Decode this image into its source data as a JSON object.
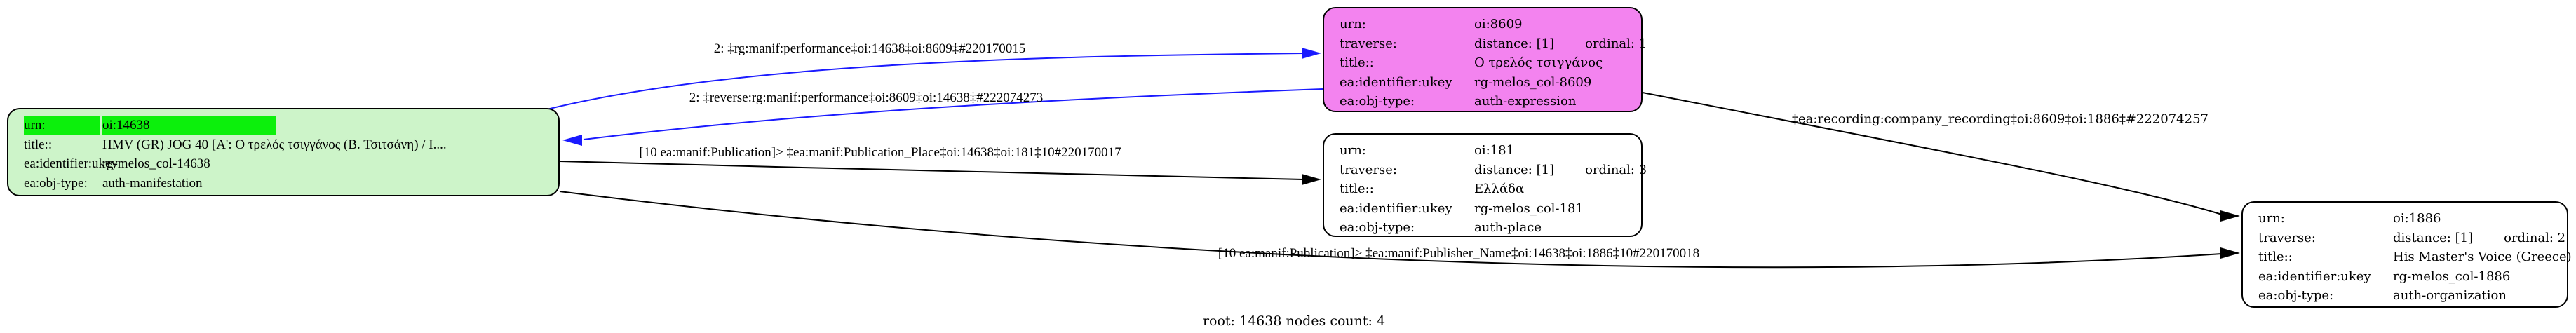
{
  "graph": {
    "footer_label": "root: 14638 nodes count: 4",
    "root_id": "14638",
    "nodes_count": "4"
  },
  "colors": {
    "root_node_fill": "#cdf4c9",
    "root_highlight": "#00ff00",
    "expression_node_fill": "#ee82ee",
    "place_node_fill": "#ffffff",
    "organization_node_fill": "#ffffff",
    "edge_blue": "#1a1aff",
    "edge_black": "#000000"
  },
  "nodes": [
    {
      "id": "oi:14638",
      "kind": "root-manifestation",
      "rows": [
        {
          "label": "urn:",
          "value": "oi:14638"
        },
        {
          "label": "title::",
          "value": "HMV (GR) JOG 40 [Α': Ο τρελός τσιγγάνος (Β. Τσιτσάνη) / Ι...."
        },
        {
          "label": "ea:identifier:ukey",
          "value": "rg-melos_col-14638"
        },
        {
          "label": "ea:obj-type:",
          "value": "auth-manifestation"
        }
      ]
    },
    {
      "id": "oi:8609",
      "kind": "expression",
      "rows": [
        {
          "label": "urn:",
          "value": "oi:8609"
        },
        {
          "label": "traverse:",
          "value": "distance: [1]",
          "value2": "ordinal: 1"
        },
        {
          "label": "title::",
          "value": "Ο τρελός τσιγγάνος"
        },
        {
          "label": "ea:identifier:ukey",
          "value": "rg-melos_col-8609"
        },
        {
          "label": "ea:obj-type:",
          "value": "auth-expression"
        }
      ]
    },
    {
      "id": "oi:181",
      "kind": "place",
      "rows": [
        {
          "label": "urn:",
          "value": "oi:181"
        },
        {
          "label": "traverse:",
          "value": "distance: [1]",
          "value2": "ordinal: 3"
        },
        {
          "label": "title::",
          "value": "Ελλάδα"
        },
        {
          "label": "ea:identifier:ukey",
          "value": "rg-melos_col-181"
        },
        {
          "label": "ea:obj-type:",
          "value": "auth-place"
        }
      ]
    },
    {
      "id": "oi:1886",
      "kind": "organization",
      "rows": [
        {
          "label": "urn:",
          "value": "oi:1886"
        },
        {
          "label": "traverse:",
          "value": "distance: [1]",
          "value2": "ordinal: 2"
        },
        {
          "label": "title::",
          "value": "His Master's Voice (Greece)"
        },
        {
          "label": "ea:identifier:ukey",
          "value": "rg-melos_col-1886"
        },
        {
          "label": "ea:obj-type:",
          "value": "auth-organization"
        }
      ]
    }
  ],
  "edges": [
    {
      "label": "2: ‡rg:manif:performance‡oi:14638‡oi:8609‡#220170015",
      "color": "blue",
      "from": "oi:14638",
      "to": "oi:8609"
    },
    {
      "label": "2: ‡reverse:rg:manif:performance‡oi:8609‡oi:14638‡#222074273",
      "color": "blue",
      "from": "oi:8609",
      "to": "oi:14638"
    },
    {
      "label": "[10 ea:manif:Publication]> ‡ea:manif:Publication_Place‡oi:14638‡oi:181‡10#220170017",
      "color": "black",
      "from": "oi:14638",
      "to": "oi:181"
    },
    {
      "label": "‡ea:recording:company_recording‡oi:8609‡oi:1886‡#222074257",
      "color": "black",
      "from": "oi:8609",
      "to": "oi:1886"
    },
    {
      "label": "[10 ea:manif:Publication]> ‡ea:manif:Publisher_Name‡oi:14638‡oi:1886‡10#220170018",
      "color": "black",
      "from": "oi:14638",
      "to": "oi:1886"
    }
  ]
}
